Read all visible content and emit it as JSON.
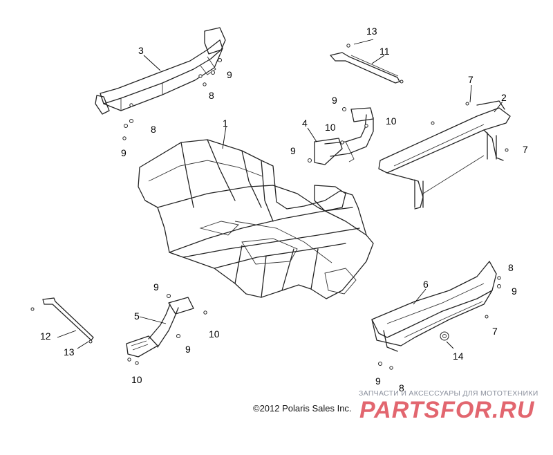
{
  "diagram": {
    "callouts": [
      {
        "id": "c1",
        "label": "1"
      },
      {
        "id": "c2",
        "label": "2"
      },
      {
        "id": "c3",
        "label": "3"
      },
      {
        "id": "c4",
        "label": "4"
      },
      {
        "id": "c5",
        "label": "5"
      },
      {
        "id": "c6",
        "label": "6"
      },
      {
        "id": "c7a",
        "label": "7"
      },
      {
        "id": "c7b",
        "label": "7"
      },
      {
        "id": "c7c",
        "label": "7"
      },
      {
        "id": "c8a",
        "label": "8"
      },
      {
        "id": "c8b",
        "label": "8"
      },
      {
        "id": "c8c",
        "label": "8"
      },
      {
        "id": "c8d",
        "label": "8"
      },
      {
        "id": "c9a",
        "label": "9"
      },
      {
        "id": "c9b",
        "label": "9"
      },
      {
        "id": "c9c",
        "label": "9"
      },
      {
        "id": "c9d",
        "label": "9"
      },
      {
        "id": "c9e",
        "label": "9"
      },
      {
        "id": "c9f",
        "label": "9"
      },
      {
        "id": "c9g",
        "label": "9"
      },
      {
        "id": "c9h",
        "label": "9"
      },
      {
        "id": "c10a",
        "label": "10"
      },
      {
        "id": "c10b",
        "label": "10"
      },
      {
        "id": "c10c",
        "label": "10"
      },
      {
        "id": "c10d",
        "label": "10"
      },
      {
        "id": "c11",
        "label": "11"
      },
      {
        "id": "c12",
        "label": "12"
      },
      {
        "id": "c13a",
        "label": "13"
      },
      {
        "id": "c13b",
        "label": "13"
      },
      {
        "id": "c14",
        "label": "14"
      }
    ],
    "copyright": "©2012 Polaris Sales Inc."
  },
  "watermark": {
    "tagline": "ЗАПЧАСТИ И АКСЕССУАРЫ ДЛЯ МОТОТЕХНИКИ",
    "logo": "PARTSFOR.RU"
  }
}
